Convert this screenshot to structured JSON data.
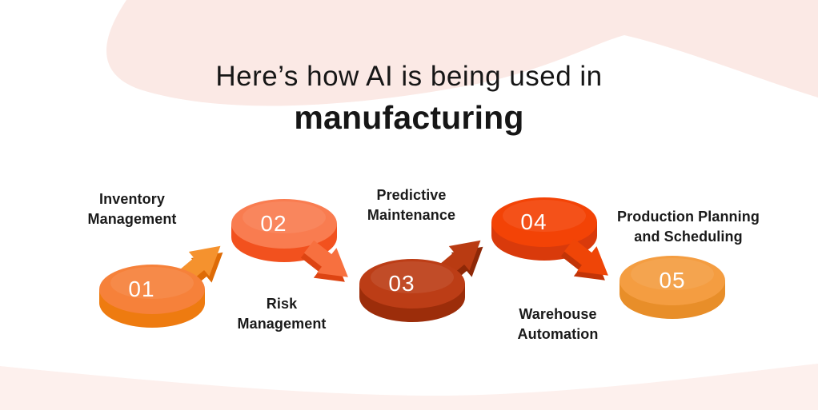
{
  "title": {
    "line1": "Here’s how AI is being used in",
    "line2": "manufacturing"
  },
  "steps": [
    {
      "number": "01",
      "label": "Inventory Management",
      "label_lines": [
        "Inventory",
        "Management"
      ],
      "arrow": "up-right",
      "colors": {
        "top": "#F6813A",
        "side": "#EE7B10",
        "arrow": "#F5922E",
        "arrow_dark": "#DE6B06"
      }
    },
    {
      "number": "02",
      "label": "Risk Management",
      "label_lines": [
        "Risk",
        "Management"
      ],
      "arrow": "down-right",
      "colors": {
        "top": "#F97C50",
        "side": "#F2511E",
        "arrow": "#F7703F",
        "arrow_dark": "#DD4412"
      }
    },
    {
      "number": "03",
      "label": "Predictive Maintenance",
      "label_lines": [
        "Predictive",
        "Maintenance"
      ],
      "arrow": "up-right",
      "colors": {
        "top": "#BC3D16",
        "side": "#9C2D0A",
        "arrow": "#B93B12",
        "arrow_dark": "#8E2807"
      }
    },
    {
      "number": "04",
      "label": "Warehouse Automation",
      "label_lines": [
        "Warehouse",
        "Automation"
      ],
      "arrow": "down-right",
      "colors": {
        "top": "#F34306",
        "side": "#D93A0B",
        "arrow": "#EF4507",
        "arrow_dark": "#C23407"
      }
    },
    {
      "number": "05",
      "label": "Production Planning and Scheduling",
      "label_lines": [
        "Production Planning",
        "and Scheduling"
      ],
      "arrow": "none",
      "colors": {
        "top": "#F49D41",
        "side": "#E88E29",
        "arrow": "",
        "arrow_dark": ""
      }
    }
  ],
  "colors": {
    "background": "#FFFFFF",
    "blob_top": "#FBE9E5",
    "blob_bottom": "#FDF0ED",
    "title_text": "#161616",
    "label_text": "#1A1A1A",
    "number_text": "#FFFFFF"
  }
}
